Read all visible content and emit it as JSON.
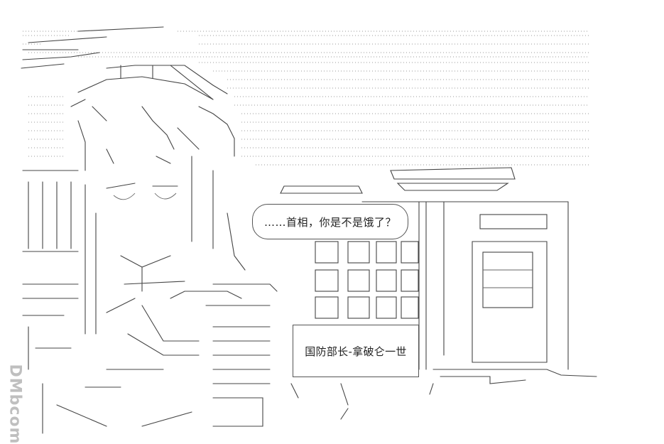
{
  "speech_bubble": {
    "text": "……首相，你是不是饿了？"
  },
  "caption_box": {
    "text": "国防部长-拿破仑一世"
  },
  "watermark": {
    "text": "DMbcom"
  },
  "colors": {
    "ink": "#444444",
    "dots": "#9a9a9a",
    "watermark": "#bfbfbf"
  }
}
